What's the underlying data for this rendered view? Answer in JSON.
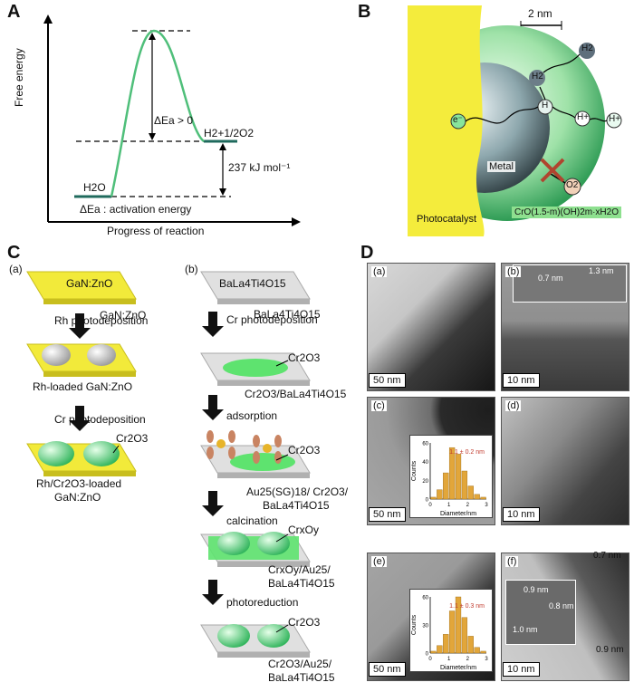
{
  "panelA": {
    "letter": "A",
    "y_label": "Free energy",
    "x_label": "Progress of reaction",
    "start_label": "H2O",
    "end_label": "H2+1/2O2",
    "delta_ea": "ΔEa > 0",
    "energy": "237 kJ mol⁻¹",
    "legend": "ΔEa : activation energy"
  },
  "panelB": {
    "letter": "B",
    "scale": "2 nm",
    "photocatalyst": "Photocatalyst",
    "metal": "Metal",
    "shell": "CrO(1.5-m)(OH)2m·xH2O",
    "species": [
      "H2",
      "H2",
      "H",
      "H+",
      "H+",
      "e⁻",
      "O2"
    ]
  },
  "panelC": {
    "letter": "C",
    "a": {
      "tag": "(a)",
      "plate1": "GaN:ZnO",
      "label1": "GaN:ZnO",
      "step1": "Rh photodeposition",
      "label2": "Rh-loaded GaN:ZnO",
      "step2": "Cr photodeposition",
      "cr": "Cr2O3",
      "label3a": "Rh/Cr2O3-loaded",
      "label3b": "GaN:ZnO"
    },
    "b": {
      "tag": "(b)",
      "plate1": "BaLa4Ti4O15",
      "label1": "BaLa4Ti4O15",
      "step1": "Cr photodeposition",
      "cr1": "Cr2O3",
      "label2": "Cr2O3/BaLa4Ti4O15",
      "step2": "adsorption",
      "cr2": "Cr2O3",
      "label3a": "Au25(SG)18/ Cr2O3/",
      "label3b": "BaLa4Ti4O15",
      "step3": "calcination",
      "cr3": "CrxOy",
      "label4a": "CrxOy/Au25/",
      "label4b": "BaLa4Ti4O15",
      "step4": "photoreduction",
      "cr4": "Cr2O3",
      "label5a": "Cr2O3/Au25/",
      "label5b": "BaLa4Ti4O15"
    }
  },
  "panelD": {
    "letter": "D",
    "tags": [
      "(a)",
      "(b)",
      "(c)",
      "(d)",
      "(e)",
      "(f)"
    ],
    "scales": [
      "50 nm",
      "10 nm",
      "50 nm",
      "10 nm",
      "50 nm",
      "10 nm"
    ],
    "b_inset": [
      "0.7 nm",
      "1.3 nm"
    ],
    "c_hist": {
      "ylabel": "Counts",
      "xlabel": "Diameter/nm",
      "stat": "1.1 ± 0.2 nm",
      "yticks": [
        "0",
        "20",
        "40",
        "60"
      ],
      "xticks": [
        "0",
        "1",
        "2",
        "3"
      ],
      "values": [
        2,
        10,
        28,
        55,
        48,
        30,
        14,
        5,
        2
      ]
    },
    "e_hist": {
      "ylabel": "Counts",
      "xlabel": "Diameter/nm",
      "stat": "1.1 ± 0.3 nm",
      "yticks": [
        "0",
        "30",
        "60"
      ],
      "xticks": [
        "0",
        "1",
        "2",
        "3"
      ],
      "values": [
        2,
        8,
        20,
        45,
        60,
        38,
        18,
        6,
        2
      ]
    },
    "f_labels": [
      "0.7 nm",
      "0.9 nm",
      "0.8 nm",
      "1.0 nm",
      "0.9 nm"
    ]
  }
}
